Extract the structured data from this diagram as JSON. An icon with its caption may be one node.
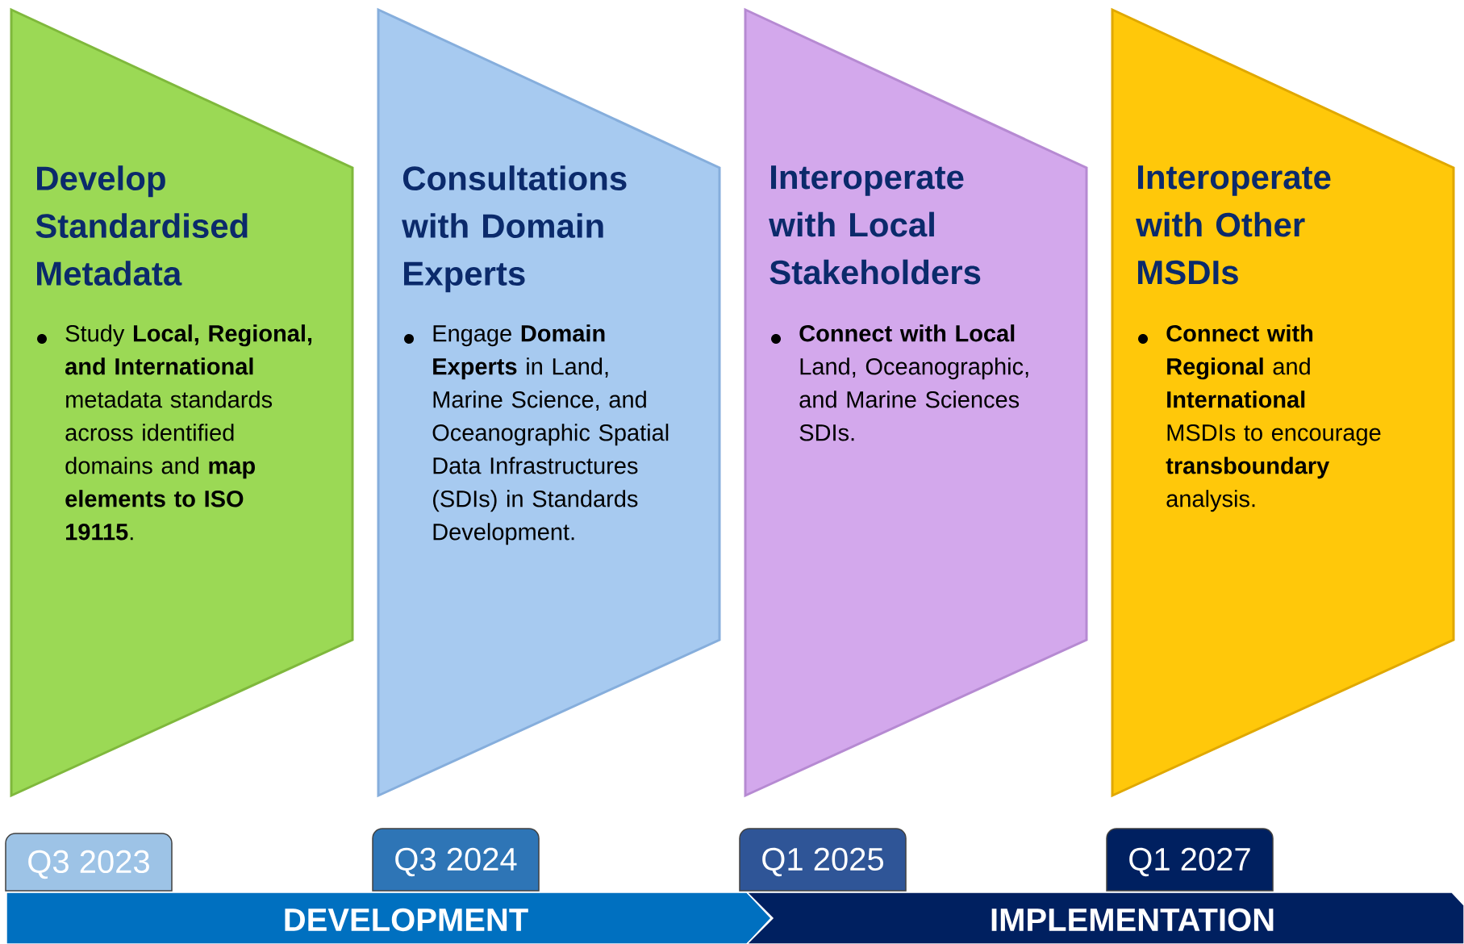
{
  "diagram": {
    "nodes": [
      {
        "text": [
          "Develop Standardised Metadata",
          "Study **Local, Regional, and International** metadata standards across identified domains and **map elements to ISO 19115**."
        ]
      },
      {
        "text": [
          "Consultations with Domain Experts",
          "Engage **Domain Experts** in Land, Marine Science, and Oceanographic Spatial Data Infrastructures (SDIs) in Standards Development."
        ]
      },
      {
        "text": [
          "Interoperate with Local Stakeholders",
          "**Connect with Local** Land, Oceanographic, and Marine Sciences SDIs."
        ]
      },
      {
        "text": [
          "Interoperate with Other MSDIs",
          "**Connect with Regional** and **International** MSDIs to encourage **transboundary** analysis."
        ]
      },
      {
        "text": [
          "Q3 2023"
        ]
      },
      {
        "text": [
          "Q3 2024"
        ]
      },
      {
        "text": [
          "Q1 2025"
        ]
      },
      {
        "text": [
          "Q1 2027"
        ]
      },
      {
        "text": [
          "DEVELOPMENT"
        ]
      },
      {
        "text": [
          "IMPLEMENTATION"
        ]
      }
    ],
    "edges": []
  }
}
